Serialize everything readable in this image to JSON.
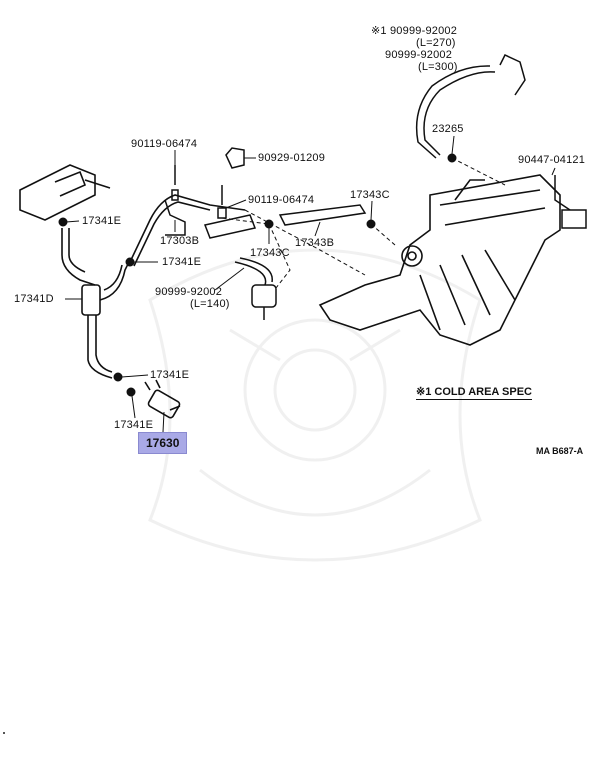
{
  "diagram": {
    "part_labels": {
      "cold_90999_92002": "※1 90999-92002",
      "cold_l270": "(L=270)",
      "hose_90999_92002": "90999-92002",
      "hose_l300": "(L=300)",
      "p23265": "23265",
      "p90447_04121": "90447-04121",
      "p90119_06474_top": "90119-06474",
      "p90929_01209": "90929-01209",
      "p90119_06474_mid": "90119-06474",
      "p17343c_right": "17343C",
      "p17341e_top": "17341E",
      "p17303b": "17303B",
      "p17343c_mid": "17343C",
      "p17343b": "17343B",
      "p17341e_mid": "17341E",
      "p90999_92002_low": "90999-92002",
      "p_l140": "(L=140)",
      "p17341d": "17341D",
      "p17341e_low": "17341E",
      "p17341e_bottom": "17341E",
      "p17630": "17630"
    },
    "note": "※1 COLD AREA SPEC",
    "drawing_code": "MA B687-A"
  }
}
